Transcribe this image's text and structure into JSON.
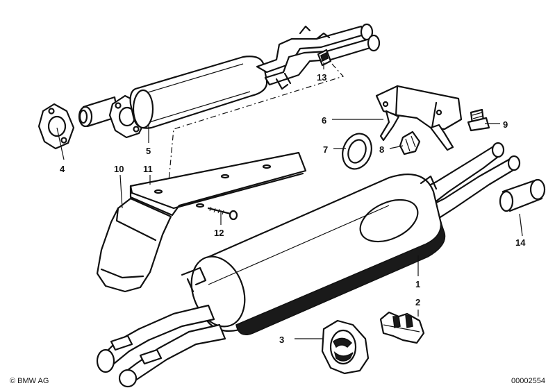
{
  "parts": [
    {
      "id": "label-1",
      "text": "1"
    },
    {
      "id": "label-2",
      "text": "2"
    },
    {
      "id": "label-3",
      "text": "3"
    },
    {
      "id": "label-4",
      "text": "4"
    },
    {
      "id": "label-5",
      "text": "5"
    },
    {
      "id": "label-6",
      "text": "6"
    },
    {
      "id": "label-7",
      "text": "7"
    },
    {
      "id": "label-8",
      "text": "8"
    },
    {
      "id": "label-9",
      "text": "9"
    },
    {
      "id": "label-10",
      "text": "10"
    },
    {
      "id": "label-11",
      "text": "11"
    },
    {
      "id": "label-12",
      "text": "12"
    },
    {
      "id": "label-13",
      "text": "13"
    },
    {
      "id": "label-14",
      "text": "14"
    }
  ],
  "footer": {
    "copyright": "© BMW AG",
    "diagram_number": "00002554"
  }
}
